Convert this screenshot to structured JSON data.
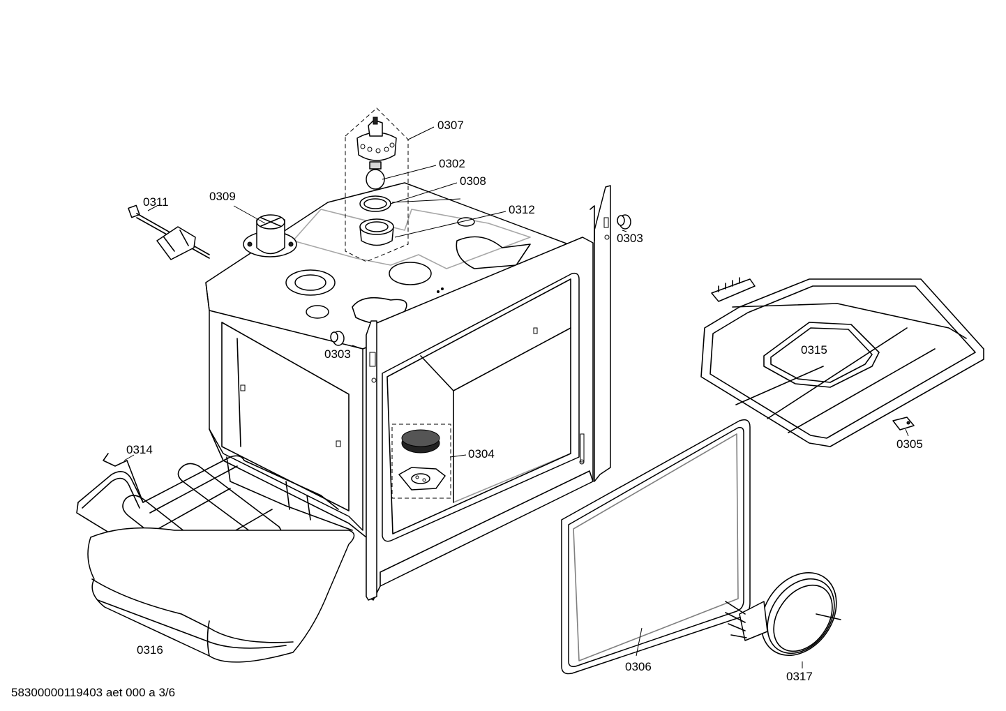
{
  "labels": {
    "p0307": "0307",
    "p0302": "0302",
    "p0308": "0308",
    "p0312": "0312",
    "p0311": "0311",
    "p0309": "0309",
    "p0303a": "0303",
    "p0303b": "0303",
    "p0315": "0315",
    "p0305": "0305",
    "p0314": "0314",
    "p0304": "0304",
    "p0316": "0316",
    "p0306": "0306",
    "p0317": "0317"
  },
  "footer": {
    "doc_code": "58300000119403 aet 000 a 3/6"
  }
}
